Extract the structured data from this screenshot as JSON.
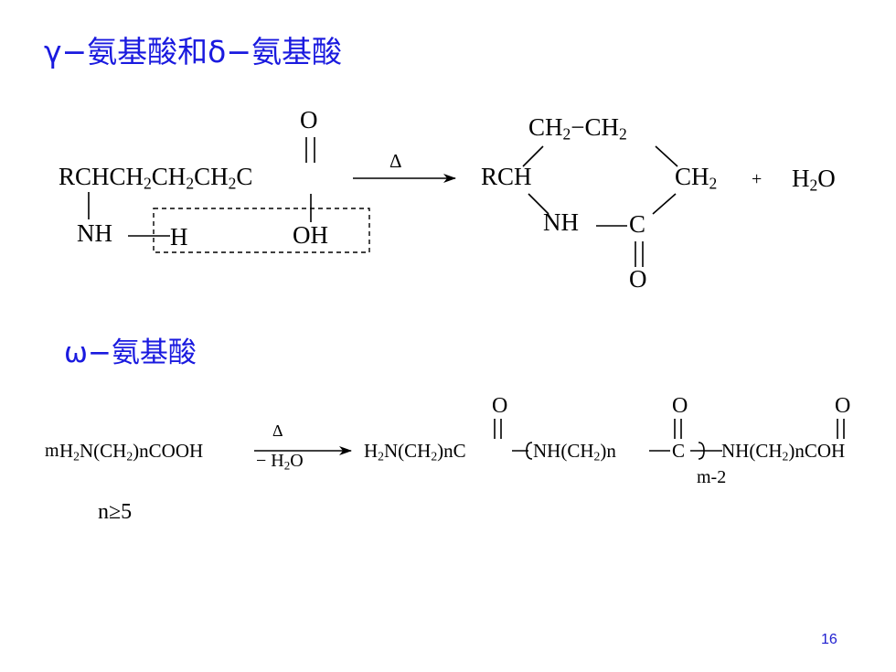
{
  "heading_gamma_delta": "γ−氨基酸和δ−氨基酸",
  "heading_omega": "ω−氨基酸",
  "reaction1": {
    "carbonyl_o": "O",
    "chain_parts": [
      "RCHCH",
      "2",
      "CH",
      "2",
      "CH",
      "2",
      "C"
    ],
    "amine": "NH",
    "h_atom": "H",
    "hydroxyl": "OH",
    "arrow_label": "Δ",
    "ring_top": [
      "CH",
      "2",
      "−CH",
      "2"
    ],
    "ring_rch": "RCH",
    "ring_ch2_right": [
      "CH",
      "2"
    ],
    "ring_nh": "NH",
    "ring_c": "C",
    "ring_o": "O",
    "plus": "+",
    "water": [
      "H",
      "2",
      "O"
    ]
  },
  "reaction2": {
    "reactant_coef": "m",
    "reactant": [
      "H",
      "2",
      "N(CH",
      "2",
      ")nCOOH"
    ],
    "arrow_top": "Δ",
    "arrow_bottom": [
      "− H",
      "2",
      "O"
    ],
    "product_part1": [
      "H",
      "2",
      "N(CH",
      "2",
      ")nC"
    ],
    "bracket_content": [
      "NH(CH",
      "2",
      ")n"
    ],
    "product_c_mid": "C",
    "product_part3": [
      "NH(CH",
      "2",
      ")nCOH"
    ],
    "repeat_sub": "m-2",
    "carbonyl_o": "O",
    "condition": "n≥5"
  },
  "page_number": "16"
}
